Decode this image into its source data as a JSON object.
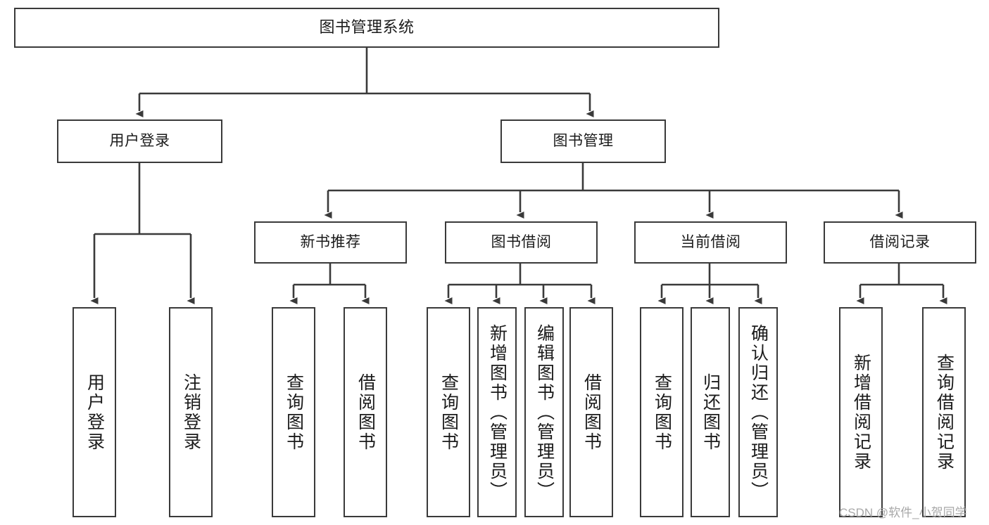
{
  "diagram": {
    "title": "图书管理系统",
    "type": "tree-hierarchy",
    "orientation": "top-down",
    "colors": {
      "box_border": "#3a3a3a",
      "box_fill": "#ffffff",
      "edge": "#3a3a3a",
      "text": "#1b1b1b",
      "watermark": "#a8a8a8",
      "background": "#ffffff"
    },
    "nodes": {
      "root": {
        "label": "图书管理系统"
      },
      "level1": [
        {
          "id": "user-login",
          "label": "用户登录"
        },
        {
          "id": "book-management",
          "label": "图书管理"
        }
      ],
      "level2": [
        {
          "id": "new-book-recommend",
          "label": "新书推荐"
        },
        {
          "id": "book-borrow",
          "label": "图书借阅"
        },
        {
          "id": "current-borrow",
          "label": "当前借阅"
        },
        {
          "id": "borrow-record",
          "label": "借阅记录"
        }
      ],
      "leaves": {
        "user_login": [
          {
            "id": "leaf-user-login",
            "label": "用户登录"
          },
          {
            "id": "leaf-user-logout",
            "label": "注销登录"
          }
        ],
        "new_book_recommend": [
          {
            "id": "leaf-query-book-1",
            "label": "查询图书"
          },
          {
            "id": "leaf-borrow-book-1",
            "label": "借阅图书"
          }
        ],
        "book_borrow": [
          {
            "id": "leaf-query-book-2",
            "label": "查询图书"
          },
          {
            "id": "leaf-add-book",
            "label": "新增图书（管理员）"
          },
          {
            "id": "leaf-edit-book",
            "label": "编辑图书（管理员）"
          },
          {
            "id": "leaf-borrow-book-2",
            "label": "借阅图书"
          }
        ],
        "current_borrow": [
          {
            "id": "leaf-query-book-3",
            "label": "查询图书"
          },
          {
            "id": "leaf-return-book",
            "label": "归还图书"
          },
          {
            "id": "leaf-confirm-return",
            "label": "确认归还（管理员）"
          }
        ],
        "borrow_record": [
          {
            "id": "leaf-add-record",
            "label": "新增借阅记录"
          },
          {
            "id": "leaf-query-record",
            "label": "查询借阅记录"
          }
        ]
      }
    }
  },
  "watermark": {
    "text": "CSDN @软件_小贺同学"
  }
}
